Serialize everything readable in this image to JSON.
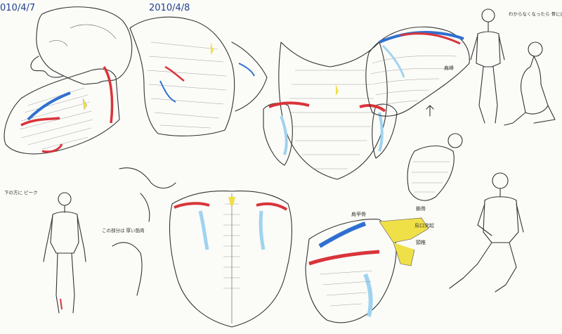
{
  "dates": {
    "first": "010/4/7",
    "second": "2010/4/8"
  },
  "notes": {
    "note_top_right": "わからなくなったら 骨に戻る!!",
    "note_left_vertical": "下の方に ピーク",
    "note_center": "この部分は 厚い筋肉",
    "label_spine": "肩甲骨",
    "label_acromion": "肩峰",
    "label_clavicle": "鎖骨",
    "label_coracoid": "烏口突起",
    "label_cervical": "頸椎"
  },
  "colors": {
    "paper": "#fbfbf8",
    "trapezius_red": "#d9343a",
    "deltoid_blue": "#2f6fd0",
    "scapula_light_blue": "#9fd3f0",
    "vertebra_yellow": "#f0e048",
    "pencil": "#333333"
  }
}
